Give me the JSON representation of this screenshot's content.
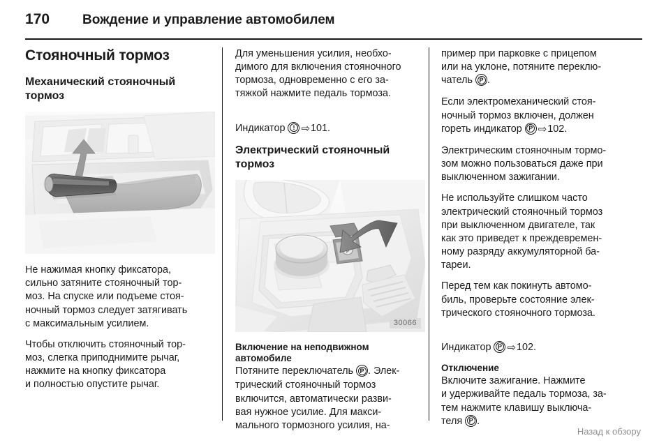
{
  "header": {
    "page_number": "170",
    "title": "Вождение и управление автомобилем"
  },
  "footer": {
    "back_link": "Назад к обзору"
  },
  "column1": {
    "section_title": "Стояночный тормоз",
    "sub_title": "Механический стояночный тормоз",
    "figure": {
      "name": "manual-parking-brake-lever",
      "code": ""
    },
    "para1": "Не нажимая кнопку фиксатора,\nсильно затяните стояночный тор-\nмоз. На спуске или подъеме стоя-\nночный тормоз следует затягивать\nс максимальным усилием.",
    "para2": "Чтобы отключить стояночный тор-\nмоз, слегка приподнимите рычаг,\nнажмите на кнопку фиксатора\nи полностью опустите рычаг."
  },
  "column2": {
    "para1": "Для уменьшения усилия, необхо-\nдимого для включения стояночного\nтормоза, одновременно с его за-\nтяжкой нажмите педаль тормоза.",
    "indicator_label": "Индикатор",
    "indicator_symbol": "!",
    "indicator_arrow": "⇨",
    "indicator_page": "101.",
    "sub_title": "Электрический стояночный тормоз",
    "figure": {
      "name": "electric-parking-brake-switch",
      "code": "30066"
    },
    "minor_title": "Включение на неподвижном автомобиле",
    "para2_before": "Потяните переключатель ",
    "para2_symbol": "P",
    "para2_after": ". Элек-\nтрический стояночный тормоз\nвключится, автоматически разви-\nвая нужное усилие. Для макси-\nмального тормозного усилия, на-"
  },
  "column3": {
    "para1_before": "пример при парковке с прицепом\nили на уклоне, потяните переклю-\nчатель ",
    "para1_symbol": "P",
    "para1_after": ".",
    "para2_before": "Если электромеханический стоя-\nночный тормоз включен, должен\nгореть индикатор ",
    "para2_symbol": "P",
    "para2_arrow": "⇨",
    "para2_page": "102.",
    "para3": "Электрическим стояночным тормо-\nзом можно пользоваться даже при\nвыключенном зажигании.",
    "para4": "Не используйте слишком часто\nэлектрический стояночный тормоз\nпри выключенном двигателе, так\nкак это приведет к преждевремен-\nному разряду аккумуляторной ба-\nтареи.",
    "para5": "Перед тем как покинуть автомо-\nбиль, проверьте состояние элек-\nтрического стояночного тормоза.",
    "indicator_label": "Индикатор",
    "indicator_symbol": "P",
    "indicator_arrow": "⇨",
    "indicator_page": "102.",
    "minor_title": "Отключение",
    "para6_before": "Включите зажигание. Нажмите\nи удерживайте педаль тормоза, за-\nтем нажмите клавишу выключа-\nтеля ",
    "para6_symbol": "P",
    "para6_after": "."
  },
  "colors": {
    "text": "#1a1a1a",
    "footer_text": "#8e8e8e",
    "figure_bg": "#f1f1f1",
    "figure_code_bg": "#dcdcdc"
  }
}
